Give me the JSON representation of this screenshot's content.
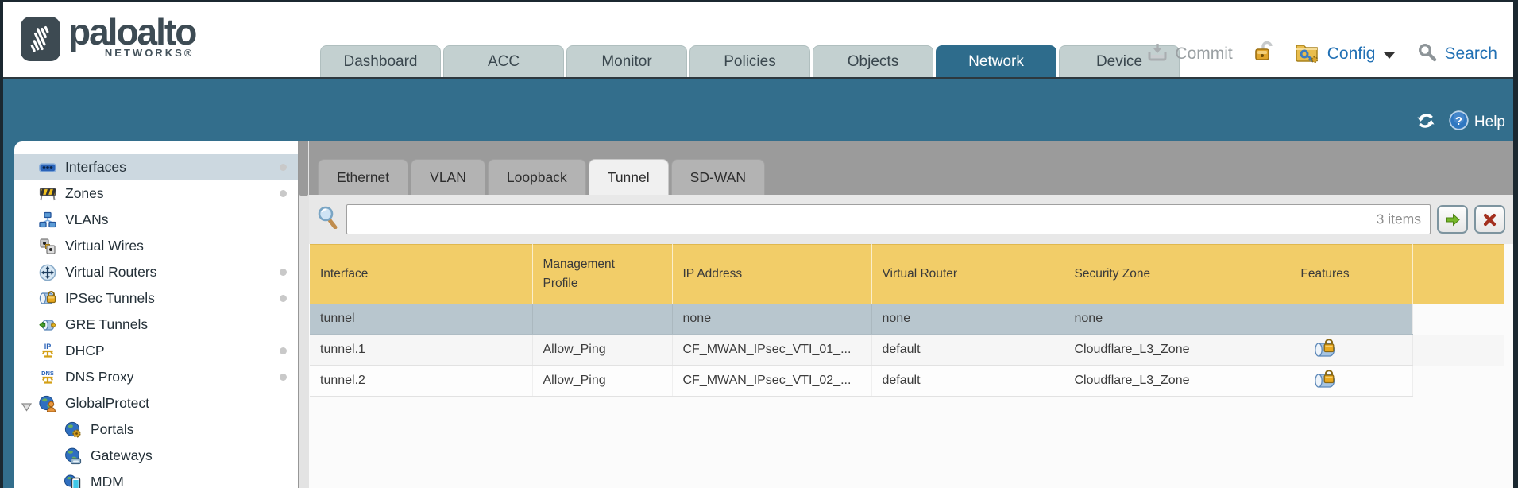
{
  "brand": {
    "name": "paloalto",
    "sub": "NETWORKS®"
  },
  "nav": {
    "tabs": [
      {
        "label": "Dashboard",
        "active": false
      },
      {
        "label": "ACC",
        "active": false
      },
      {
        "label": "Monitor",
        "active": false
      },
      {
        "label": "Policies",
        "active": false
      },
      {
        "label": "Objects",
        "active": false
      },
      {
        "label": "Network",
        "active": true
      },
      {
        "label": "Device",
        "active": false
      }
    ]
  },
  "utility": {
    "commit_label": "Commit",
    "config_label": "Config",
    "search_label": "Search"
  },
  "band": {
    "help_label": "Help"
  },
  "sidebar": {
    "items": [
      {
        "label": "Interfaces",
        "icon": "interfaces-icon",
        "selected": true,
        "dot": true
      },
      {
        "label": "Zones",
        "icon": "zones-icon",
        "dot": true
      },
      {
        "label": "VLANs",
        "icon": "vlans-icon",
        "dot": false
      },
      {
        "label": "Virtual Wires",
        "icon": "virtual-wires-icon",
        "dot": false
      },
      {
        "label": "Virtual Routers",
        "icon": "virtual-routers-icon",
        "dot": true
      },
      {
        "label": "IPSec Tunnels",
        "icon": "ipsec-tunnels-icon",
        "dot": true
      },
      {
        "label": "GRE Tunnels",
        "icon": "gre-tunnels-icon",
        "dot": false
      },
      {
        "label": "DHCP",
        "icon": "dhcp-icon",
        "dot": true
      },
      {
        "label": "DNS Proxy",
        "icon": "dns-proxy-icon",
        "dot": true
      },
      {
        "label": "GlobalProtect",
        "icon": "globalprotect-icon",
        "dot": false,
        "expanded": true
      },
      {
        "label": "Portals",
        "icon": "portals-icon",
        "indent": 1
      },
      {
        "label": "Gateways",
        "icon": "gateways-icon",
        "indent": 1
      },
      {
        "label": "MDM",
        "icon": "mdm-icon",
        "indent": 1
      }
    ]
  },
  "subtabs": [
    {
      "label": "Ethernet",
      "active": false
    },
    {
      "label": "VLAN",
      "active": false
    },
    {
      "label": "Loopback",
      "active": false
    },
    {
      "label": "Tunnel",
      "active": true
    },
    {
      "label": "SD-WAN",
      "active": false
    }
  ],
  "filter": {
    "value": "",
    "count": "3 items"
  },
  "table": {
    "columns": [
      "Interface",
      "Management Profile",
      "IP Address",
      "Virtual Router",
      "Security Zone",
      "Features"
    ],
    "rows": [
      {
        "interface": "tunnel",
        "management_profile": "",
        "ip_address": "none",
        "virtual_router": "none",
        "security_zone": "none",
        "features_lock": false,
        "selected": true
      },
      {
        "interface": "tunnel.1",
        "management_profile": "Allow_Ping",
        "ip_address": "CF_MWAN_IPsec_VTI_01_...",
        "virtual_router": "default",
        "security_zone": "Cloudflare_L3_Zone",
        "features_lock": true,
        "selected": false
      },
      {
        "interface": "tunnel.2",
        "management_profile": "Allow_Ping",
        "ip_address": "CF_MWAN_IPsec_VTI_02_...",
        "virtual_router": "default",
        "security_zone": "Cloudflare_L3_Zone",
        "features_lock": true,
        "selected": false
      }
    ]
  },
  "colors": {
    "accent_teal": "#336e8c",
    "table_header_yellow": "#f2cd68",
    "selected_row": "#b8c6ce",
    "link_blue": "#4581a3"
  }
}
